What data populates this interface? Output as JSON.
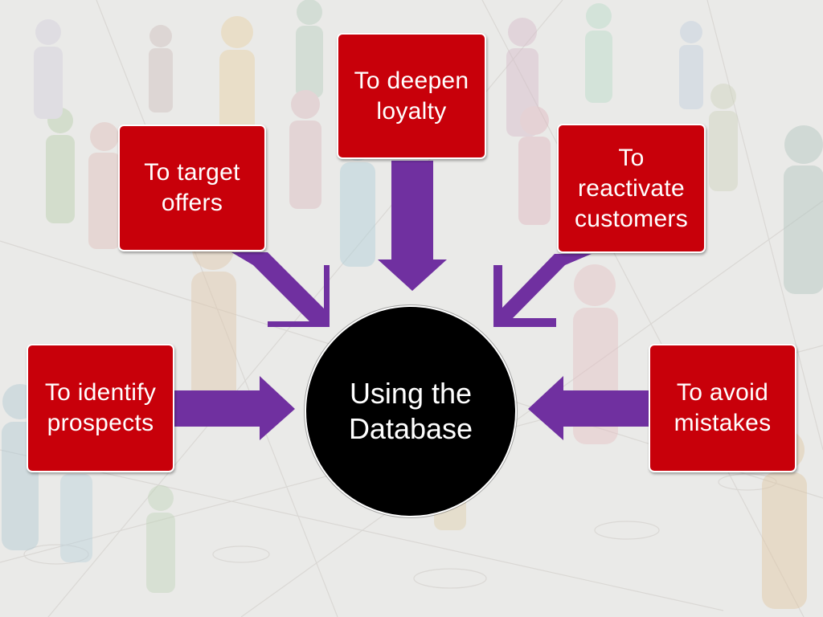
{
  "diagram": {
    "center": {
      "label": "Using the\nDatabase"
    },
    "boxes": {
      "deepen": "To deepen\nloyalty",
      "target": "To target\noffers",
      "reactivate": "To\nreactivate\ncustomers",
      "identify": "To identify\nprospects",
      "avoid": "To avoid\nmistakes"
    }
  },
  "colors": {
    "box_fill": "#c8000a",
    "arrow_fill": "#7030a0",
    "center_fill": "#000000",
    "background": "#e9e8e6"
  }
}
